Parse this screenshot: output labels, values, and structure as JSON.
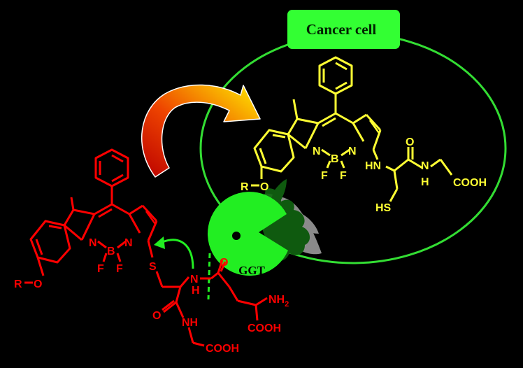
{
  "labels": {
    "cancer_cell": "Cancer cell",
    "enzyme": "GGT"
  },
  "atoms": {
    "n": "N",
    "b": "B",
    "f": "F",
    "o": "O",
    "r_o": "R",
    "s": "S",
    "h": "H",
    "nh": "NH",
    "nh2_main": "NH",
    "nh2_sub": "2",
    "hn": "HN",
    "sh": "HS",
    "cooh": "COOH"
  },
  "colors": {
    "background": "#000000",
    "probe": "#ff0000",
    "product": "#ffff33",
    "cell_outline": "#33dd33",
    "label_box": "#33ff33",
    "enzyme": "#22ee22",
    "cleavage_arrow": "#22ee22",
    "transport_arrow_start": "#cc0000",
    "transport_arrow_end": "#ffee00",
    "membrane_protein": "#0f5a0f",
    "membrane_shadow": "#8a8a8a"
  },
  "icons": {
    "enzyme": "pacman-enzyme-icon",
    "transport_arrow": "curved-arrow-icon",
    "cleavage_arrow": "curved-arrow-icon",
    "membrane_protein": "leaf-cluster-icon"
  }
}
